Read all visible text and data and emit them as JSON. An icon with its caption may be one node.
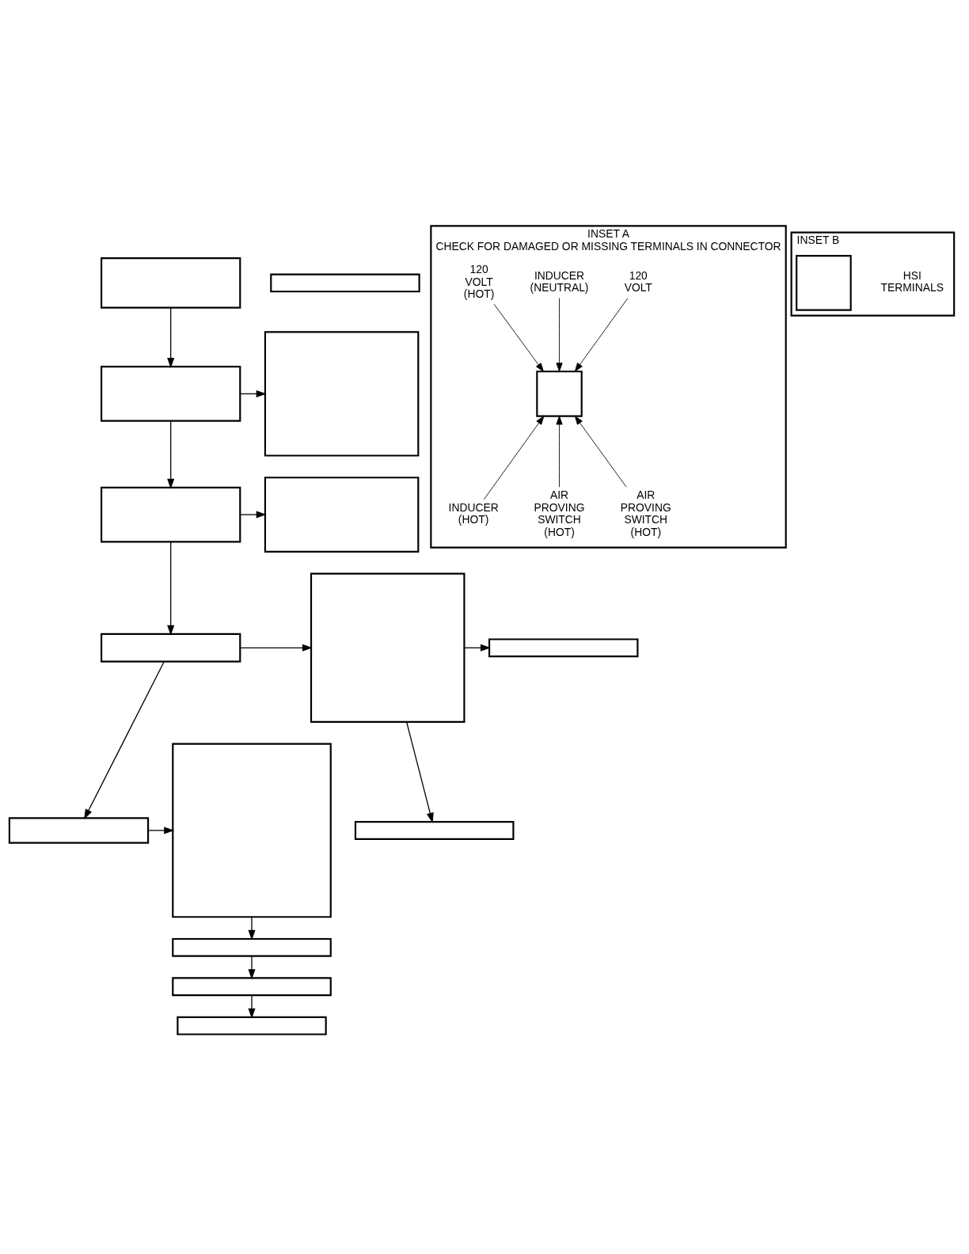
{
  "diagram": {
    "nodes": [
      {
        "text": [],
        "shape": "box"
      },
      {
        "text": [],
        "shape": "box"
      },
      {
        "text": [],
        "shape": "box"
      },
      {
        "text": [],
        "shape": "box"
      },
      {
        "text": [],
        "shape": "box"
      },
      {
        "text": [],
        "shape": "box"
      },
      {
        "text": [],
        "shape": "box"
      },
      {
        "text": [],
        "shape": "box"
      },
      {
        "text": [],
        "shape": "box"
      },
      {
        "text": [],
        "shape": "box"
      },
      {
        "text": [],
        "shape": "box"
      },
      {
        "text": [],
        "shape": "box"
      },
      {
        "text": [],
        "shape": "box"
      },
      {
        "text": [],
        "shape": "box"
      },
      {
        "text": [],
        "shape": "box"
      },
      {
        "text": [
          "INSET A",
          "CHECK FOR DAMAGED OR MISSING TERMINALS IN CONNECTOR"
        ]
      },
      {
        "text": [
          "120 VOLT"
        ],
        "in": 15
      },
      {
        "text": [
          "INDUCER (NEUTRAL)"
        ],
        "in": 15
      },
      {
        "text": [
          "120 VOLT (HOT)"
        ],
        "in": 15
      },
      {
        "text": [
          "INDUCER (HOT)"
        ],
        "in": 15
      },
      {
        "text": [
          "AIR PROVING SWITCH (HOT)"
        ],
        "in": 15
      },
      {
        "text": [
          "AIR PROVING SWITCH (HOT)"
        ],
        "in": 15
      },
      {
        "text": [],
        "shape": "box",
        "in": 15
      },
      {
        "text": [
          "INSET B"
        ]
      },
      {
        "text": [
          "HSI TERMINALS"
        ],
        "in": 23
      },
      {
        "text": [],
        "shape": "box",
        "in": 23
      }
    ],
    "edges": [
      {
        "from": 0,
        "to": 1,
        "arrow": "to"
      },
      {
        "from": 1,
        "to": 2,
        "arrow": "to"
      },
      {
        "from": 2,
        "to": 3,
        "arrow": "to"
      },
      {
        "from": 3,
        "to": 4,
        "arrow": "to"
      },
      {
        "from": 1,
        "to": 6,
        "arrow": "to"
      },
      {
        "from": 2,
        "to": 7,
        "arrow": "to"
      },
      {
        "from": 3,
        "to": 8,
        "arrow": "to"
      },
      {
        "from": 8,
        "to": 10,
        "arrow": "to"
      },
      {
        "from": 8,
        "to": 9,
        "arrow": "to"
      },
      {
        "from": 4,
        "to": 11,
        "arrow": "to"
      },
      {
        "from": 11,
        "to": 12,
        "arrow": "to"
      },
      {
        "from": 12,
        "to": 13,
        "arrow": "to"
      },
      {
        "from": 13,
        "to": 14,
        "arrow": "to"
      },
      {
        "from": 16,
        "to": 22,
        "arrow": "to"
      },
      {
        "from": 17,
        "to": 22,
        "arrow": "to"
      },
      {
        "from": 18,
        "to": 22,
        "arrow": "to"
      },
      {
        "from": 19,
        "to": 22,
        "arrow": "to"
      },
      {
        "from": 20,
        "to": 22,
        "arrow": "to"
      },
      {
        "from": 21,
        "to": 22,
        "arrow": "to"
      }
    ]
  }
}
